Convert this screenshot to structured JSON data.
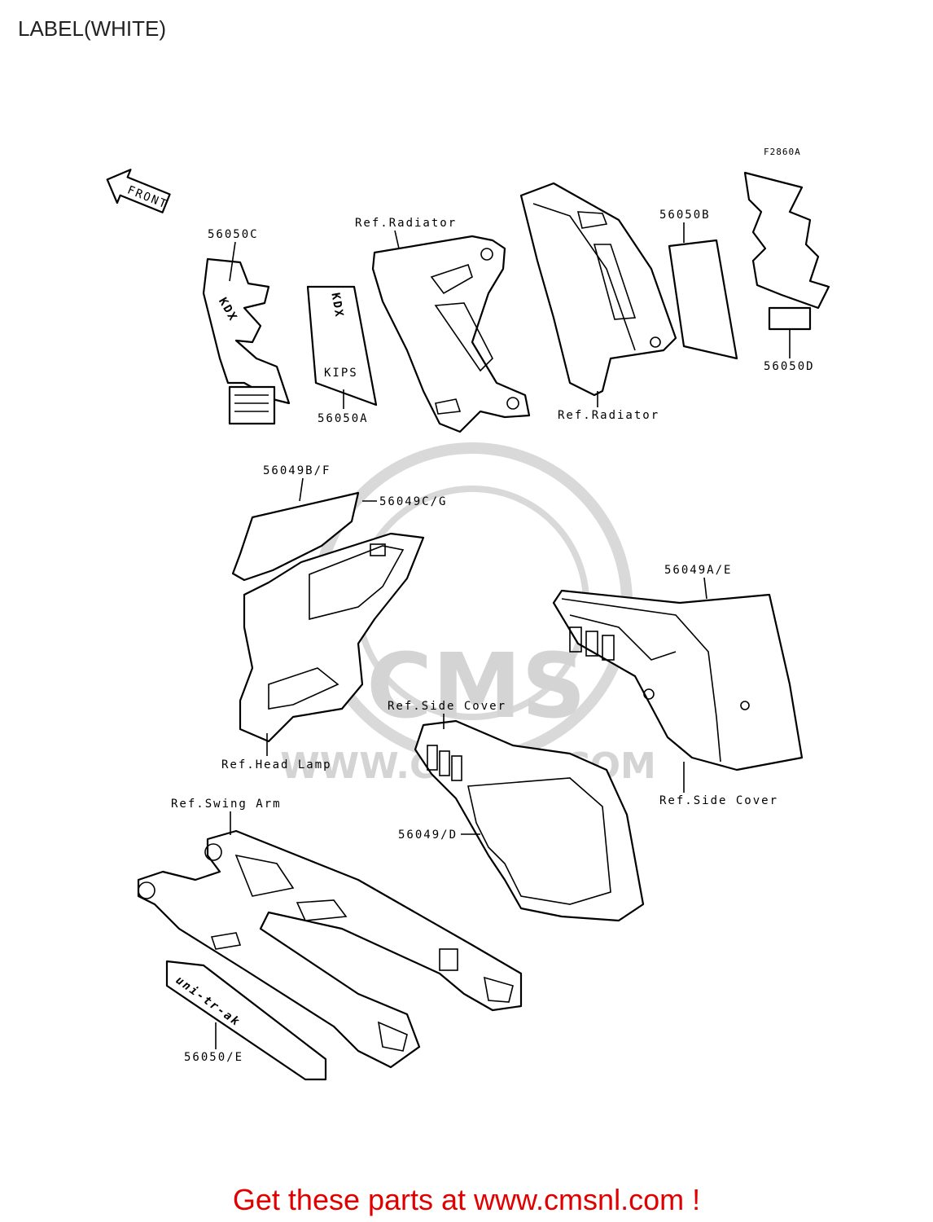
{
  "page": {
    "title": "LABEL(WHITE)",
    "figure_code": "F2860A",
    "front_label": "FRONT",
    "footer": "Get these parts at www.cmsnl.com !"
  },
  "callouts": {
    "p56050C": "56050C",
    "ref_radiator_1": "Ref.Radiator",
    "p56050B": "56050B",
    "p56050A": "56050A",
    "ref_radiator_2": "Ref.Radiator",
    "p56050D": "56050D",
    "p56049BF": "56049B/F",
    "p56049CG": "56049C/G",
    "p56049AE": "56049A/E",
    "ref_side_cover_1": "Ref.Side Cover",
    "ref_head_lamp": "Ref.Head Lamp",
    "ref_side_cover_2": "Ref.Side Cover",
    "ref_swing_arm": "Ref.Swing Arm",
    "p56049D": "56049/D",
    "p56050E": "56050/E"
  },
  "decals": {
    "kdx_label": "KDX",
    "kips_label": "KIPS",
    "unitrak_label": "uni-tr-ak"
  },
  "watermark": {
    "brand": "CMS",
    "url": "WWW.CMSNL.COM"
  }
}
